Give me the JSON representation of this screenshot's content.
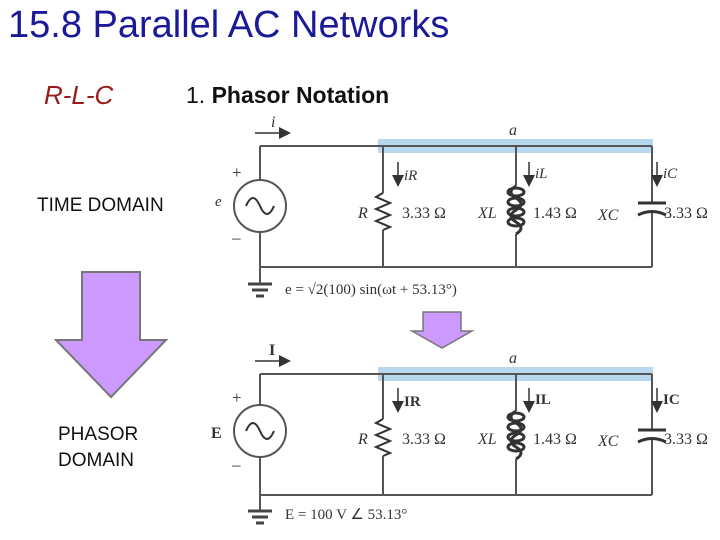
{
  "slide": {
    "title": "15.8   Parallel AC Networks",
    "section": "R-L-C",
    "heading_number": "1.",
    "heading_text": "Phasor Notation",
    "time_domain_label": "TIME DOMAIN",
    "phasor_domain_label": "PHASOR DOMAIN"
  },
  "time_circuit": {
    "source_label": "e",
    "plus": "+",
    "minus": "–",
    "current_total": "i",
    "node": "a",
    "current_R": "iR",
    "current_L": "iL",
    "current_C": "iC",
    "R_label": "R",
    "R_value": "3.33 Ω",
    "L_label": "XL",
    "L_value": "1.43 Ω",
    "C_label": "XC",
    "C_value": "3.33 Ω",
    "equation": "e = √2(100) sin(ωt + 53.13°)"
  },
  "phasor_circuit": {
    "source_label": "E",
    "plus": "+",
    "minus": "–",
    "current_total": "I",
    "node": "a",
    "current_R": "IR",
    "current_L": "IL",
    "current_C": "IC",
    "R_label": "R",
    "R_value": "3.33 Ω",
    "L_label": "XL",
    "L_value": "1.43 Ω",
    "C_label": "XC",
    "C_value": "3.33 Ω",
    "equation": "E = 100 V ∠ 53.13°"
  },
  "colors": {
    "title": "#1a1a99",
    "section": "#991b1b",
    "arrow_fill": "#cc99ff",
    "highlight": "#b8d8f0",
    "wire": "#555555"
  }
}
